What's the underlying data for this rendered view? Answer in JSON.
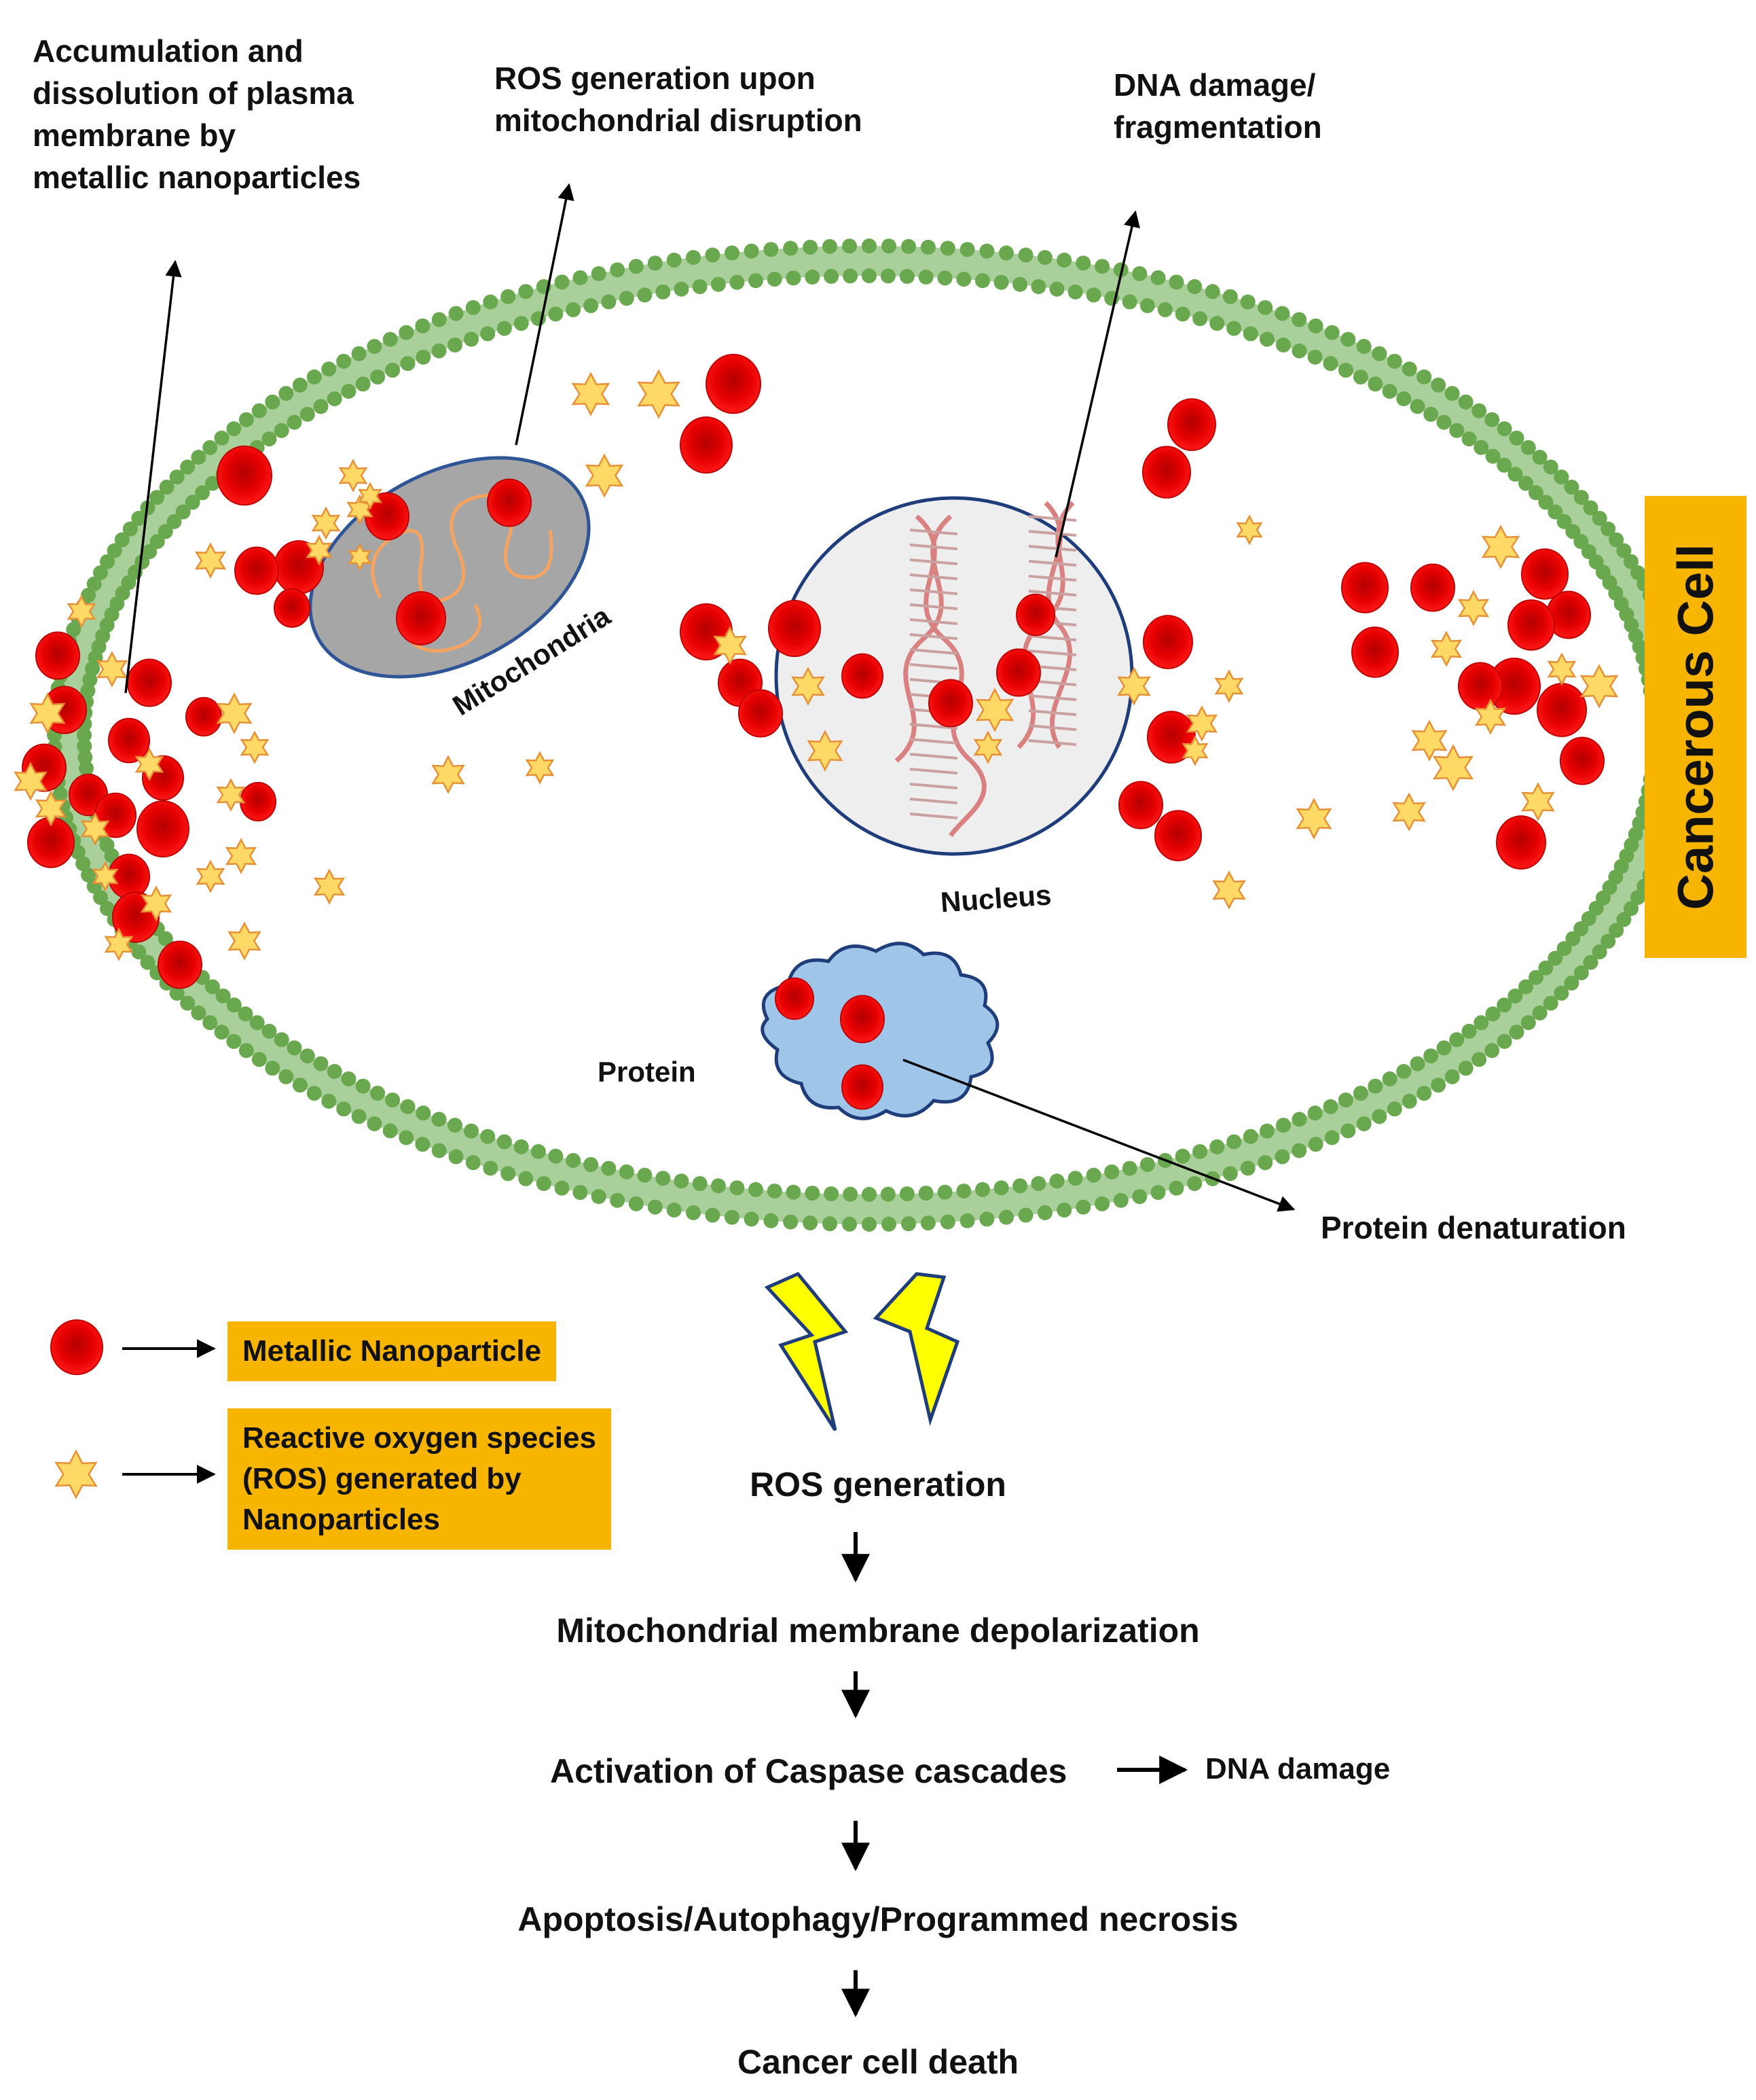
{
  "callouts": {
    "accumulation": "Accumulation and\ndissolution of plasma\nmembrane by\nmetallic nanoparticles",
    "ros_mito": "ROS generation upon\nmitochondrial disruption",
    "dna": "DNA damage/\nfragmentation",
    "protein_denaturation": "Protein denaturation"
  },
  "organelles": {
    "mitochondria": "Mitochondria",
    "nucleus": "Nucleus",
    "protein": "Protein"
  },
  "side_label": "Cancerous Cell",
  "legend": {
    "nanoparticle": "Metallic Nanoparticle",
    "ros": "Reactive oxygen species\n(ROS) generated by\nNanoparticles"
  },
  "flow": {
    "ros_generation": "ROS generation",
    "depolarization": "Mitochondrial membrane depolarization",
    "caspase": "Activation of Caspase cascades",
    "caspase_side": "DNA damage",
    "apoptosis": "Apoptosis/Autophagy/Programmed necrosis",
    "death": "Cancer cell death"
  },
  "colors": {
    "membrane": "#6aa84f",
    "nanoparticle": "#e60000",
    "ros_star": "#ffd966",
    "star_stroke": "#e69138",
    "mitochondria": "#a6a6a6",
    "nucleus": "#eeeeee",
    "protein": "#9fc5e8",
    "badge": "#f7b500",
    "bolt": "#ffff00"
  },
  "icons": {
    "nanoparticle": "red-sphere-icon",
    "ros": "six-point-star-icon",
    "energy": "lightning-bolt-icon",
    "dna": "dna-helix-icon"
  }
}
